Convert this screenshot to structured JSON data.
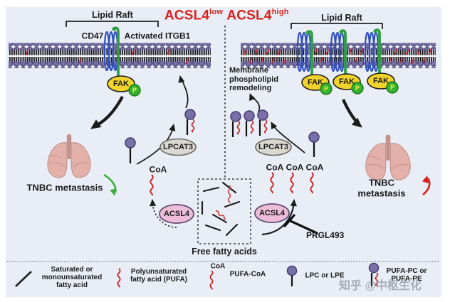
{
  "header": {
    "acsl4_low_base": "ACSL4",
    "acsl4_low_sup": "low",
    "acsl4_high_base": "ACSL4",
    "acsl4_high_sup": "high"
  },
  "left_panel": {
    "lipid_raft": "Lipid Raft",
    "cd47": "CD47",
    "itgb1": "Activated ITGB1",
    "fak": "FAK",
    "p": "P",
    "lpcat3": "LPCAT3",
    "coa": "CoA",
    "acsl4": "ACSL4",
    "tnbc": "TNBC metastasis"
  },
  "right_panel": {
    "lipid_raft": "Lipid Raft",
    "remodeling": "Membrane\nphospholipid\nremodeling",
    "fak1": "FAK",
    "fak2": "FAK",
    "fak3": "FAK",
    "p": "P",
    "lpcat3": "LPCAT3",
    "coa1": "CoA",
    "coa2": "CoA",
    "coa3": "CoA",
    "acsl4": "ACSL4",
    "prgl493": "PRGL493",
    "tnbc": "TNBC metastasis"
  },
  "center": {
    "free_fatty_acids": "Free fatty acids"
  },
  "legend": {
    "items": [
      {
        "label": "Saturated or\nmonounsaturated\nfatty acid"
      },
      {
        "label": "Polyunsaturated\nfatty acid (PUFA)"
      },
      {
        "coa": "CoA",
        "label": "PUFA-CoA"
      },
      {
        "label": "LPC or LPE"
      },
      {
        "label": "PUFA-PC or\nPUFA-PE"
      }
    ]
  },
  "watermark": "知乎 @中枢生化",
  "colors": {
    "panel_bg": "#e9edf6",
    "accent_red": "#d8231e",
    "membrane_head": "#7a70a8",
    "cd47_blue": "#3050c0",
    "itgb1_green": "#2f9e44",
    "fak_yellow": "#f2d32b",
    "p_green": "#35b32f",
    "acsl4_pink": "#ecbcd9",
    "lpcat3_gray": "#d9d9d2",
    "pufa_red": "#c62828",
    "tnbc_up_red": "#d8201c",
    "tnbc_down_green": "#3fae3f"
  }
}
